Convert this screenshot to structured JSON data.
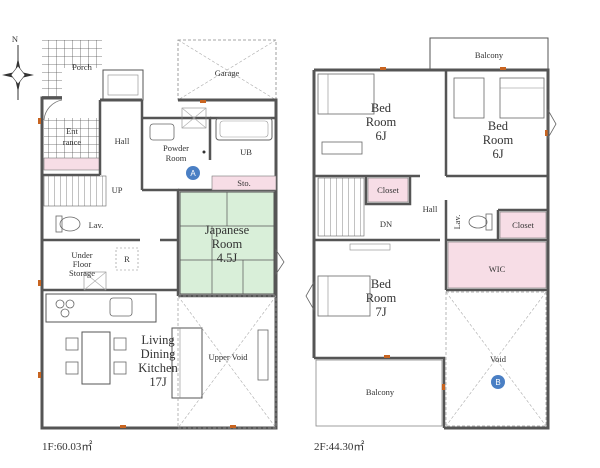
{
  "compass": {
    "north": "N"
  },
  "floor1": {
    "caption": "1F:60.03㎡",
    "rooms": {
      "porch": "Porch",
      "garage": "Garage",
      "entrance_1": "Ent",
      "entrance_2": "rance",
      "hall": "Hall",
      "powder_1": "Powder",
      "powder_2": "Room",
      "ub": "UB",
      "up_stairs": "UP",
      "lav": "Lav.",
      "storage_label": "Sto.",
      "japanese_1": "Japanese",
      "japanese_2": "Room",
      "japanese_3": "4.5J",
      "under_1": "Under",
      "under_2": "Floor",
      "under_3": "Storage",
      "r_mark": "R",
      "ldk_1": "Living",
      "ldk_2": "Dining",
      "ldk_3": "Kitchen",
      "ldk_4": "17J",
      "upper_void": "Upper Void"
    },
    "marker": "A"
  },
  "floor2": {
    "caption": "2F:44.30㎡",
    "rooms": {
      "balcony_top": "Balcony",
      "bed1_1": "Bed",
      "bed1_2": "Room",
      "bed1_3": "6J",
      "bed2_1": "Bed",
      "bed2_2": "Room",
      "bed2_3": "6J",
      "closet1": "Closet",
      "hall": "Hall",
      "dn_stairs": "DN",
      "lav": "Lav.",
      "closet2": "Closet",
      "wic": "WIC",
      "bed3_1": "Bed",
      "bed3_2": "Room",
      "bed3_3": "7J",
      "void": "Void",
      "balcony_bottom": "Balcony"
    },
    "marker": "B"
  },
  "colors": {
    "wall": "#555555",
    "tatami": "#d9efd9",
    "pink": "#f7dde6",
    "marker": "#4a7fc4"
  }
}
